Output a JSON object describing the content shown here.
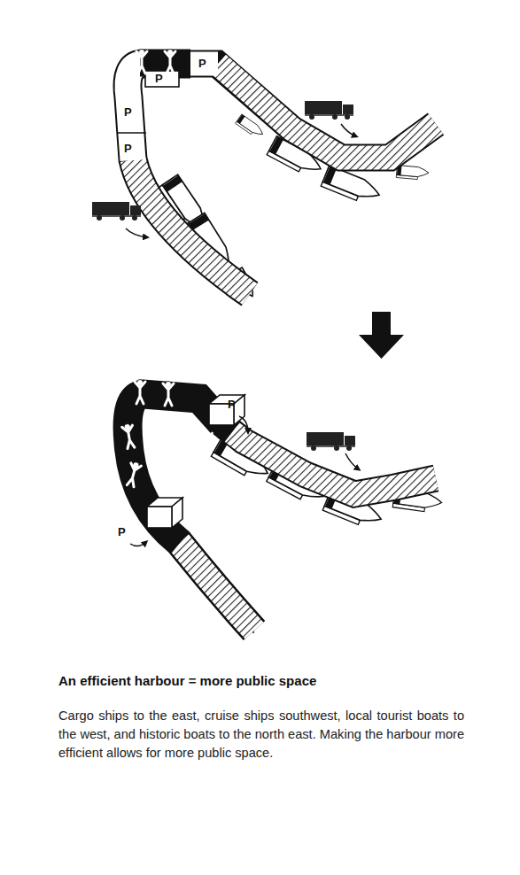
{
  "diagram": {
    "title": "An efficient harbour = more public space",
    "caption": "Cargo ships to the east, cruise ships southwest, local tourist boats to the west, and historic boats to the north east. Making the harbour more efficient allows for more public space.",
    "labels": [
      "P",
      "P",
      "P",
      "P",
      "P",
      "P"
    ]
  }
}
